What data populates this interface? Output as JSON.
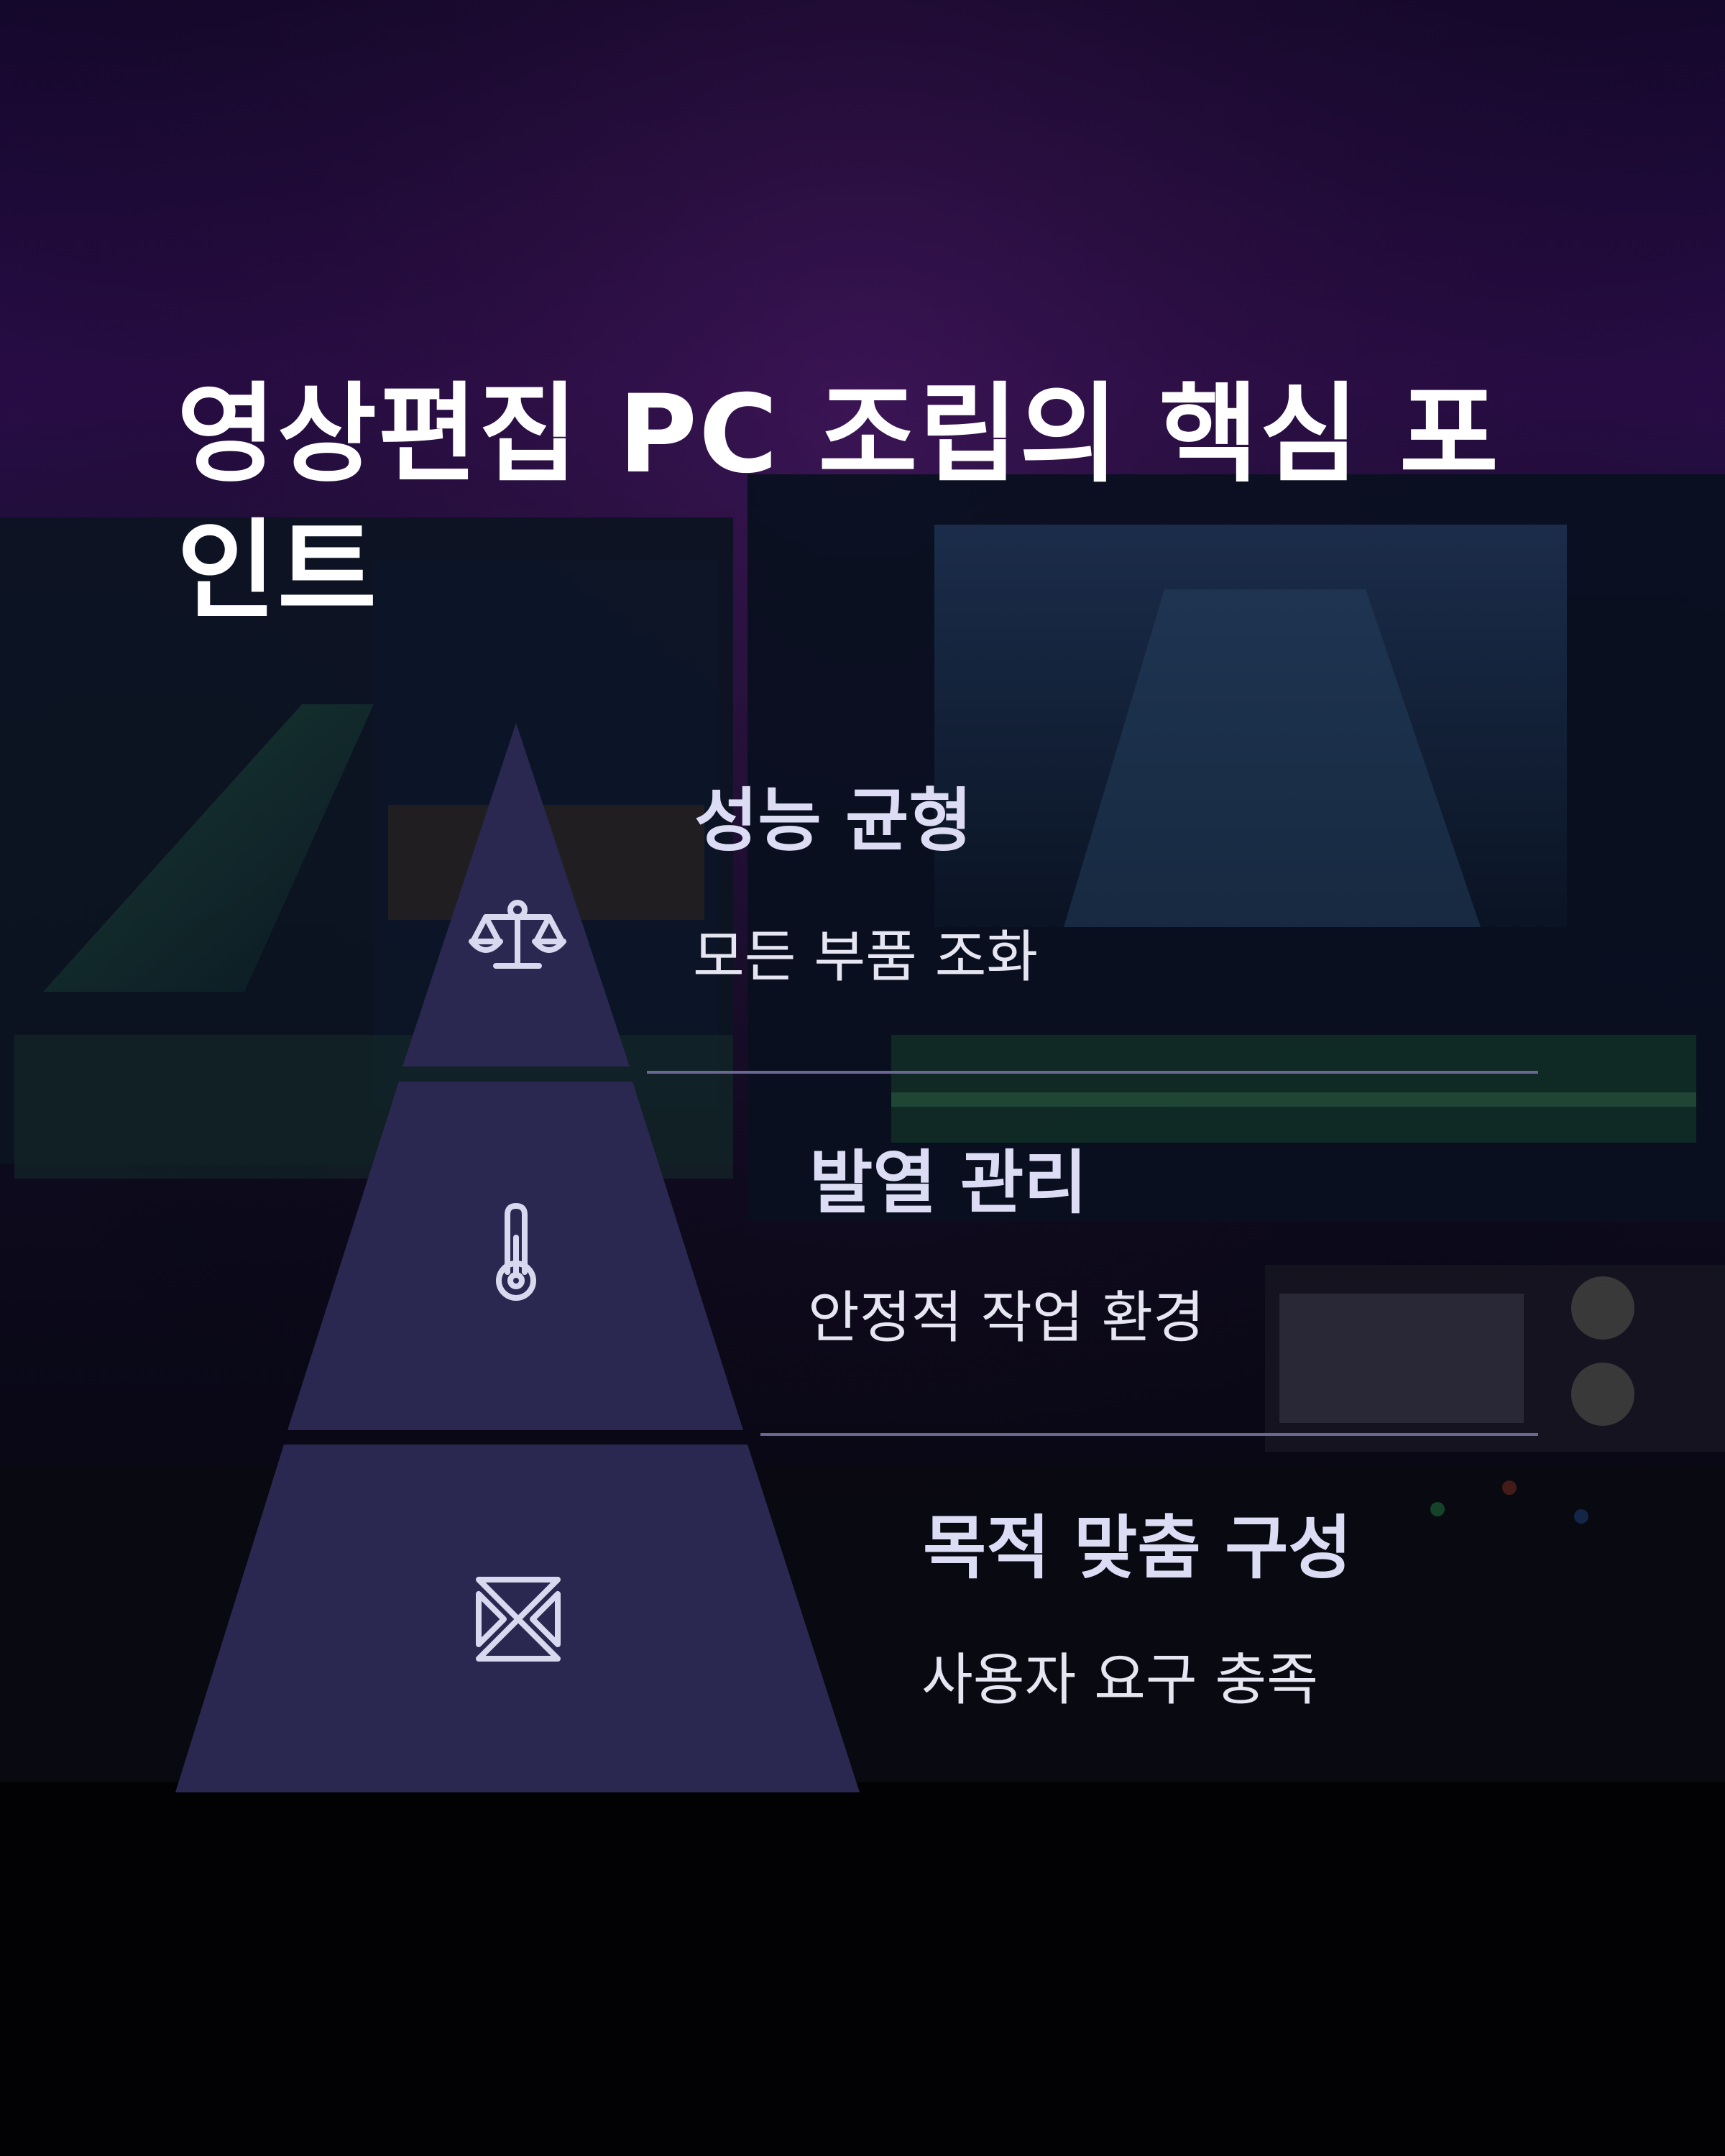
{
  "title": "영상편집 PC 조립의 핵심 포인트",
  "colors": {
    "tier_fill": "#2a2850",
    "icon_stroke": "#d8d8ee",
    "divider": "#6a6890",
    "heading": "#dcdcf5",
    "text": "#e6e6f2"
  },
  "tiers": [
    {
      "icon": "balance-scale-icon",
      "heading": "성능 균형",
      "description": "모든 부품 조화"
    },
    {
      "icon": "thermometer-icon",
      "heading": "발열 관리",
      "description": "안정적 작업 환경"
    },
    {
      "icon": "bowtie-cross-icon",
      "heading": "목적 맞춤 구성",
      "description": "사용자 요구 충족"
    }
  ]
}
